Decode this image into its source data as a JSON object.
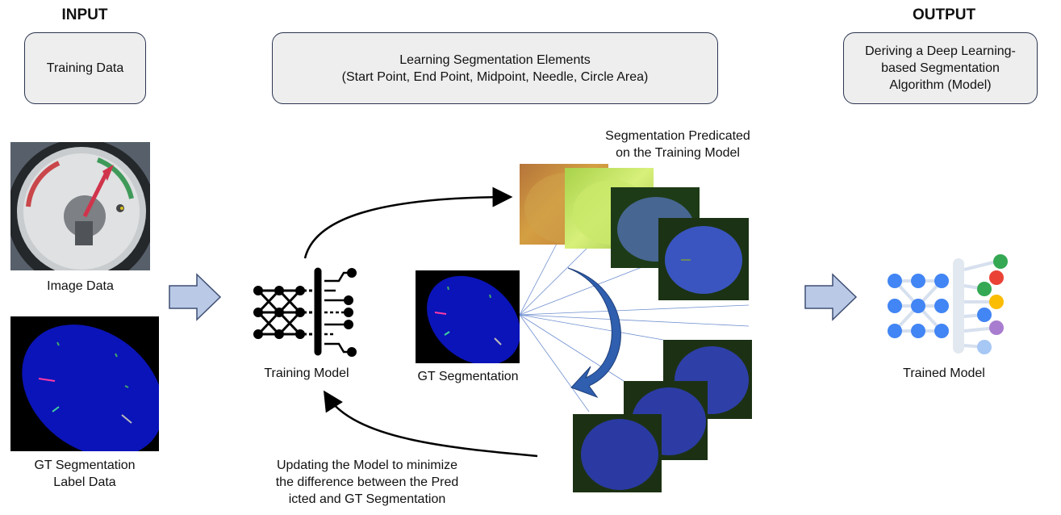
{
  "headings": {
    "input": "INPUT",
    "output": "OUTPUT"
  },
  "boxes": {
    "training_data": "Training Data",
    "learning_line1": "Learning Segmentation Elements",
    "learning_line2": "(Start Point, End Point, Midpoint, Needle, Circle Area)",
    "deriving_line1": "Deriving a Deep Learning-",
    "deriving_line2": "based Segmentation",
    "deriving_line3": "Algorithm (Model)"
  },
  "labels": {
    "image_data": "Image Data",
    "gt_label_line1": "GT Segmentation",
    "gt_label_line2": "Label Data",
    "training_model": "Training Model",
    "gt_segmentation": "GT Segmentation",
    "seg_pred_line1": "Segmentation Predicated",
    "seg_pred_line2": "on the Training Model",
    "update_line1": "Updating the Model to minimize",
    "update_line2": "the difference between the Pred",
    "update_line3": "icted and GT Segmentation",
    "trained_model": "Trained Model"
  },
  "colors": {
    "box_fill": "#eeeeee",
    "box_border": "#2b3550",
    "arrow_fill": "#b9c9e6",
    "arrow_stroke": "#3f4f73",
    "seg_blue": "#0b14b8",
    "curve_arrow": "#2f5fae",
    "trained_node_blue": "#4285f4",
    "trained_out_green": "#34a853",
    "trained_out_red": "#ea4335",
    "trained_out_yellow": "#fbbc04",
    "trained_out_purple": "#a87dcf",
    "trained_out_lightblue": "#a7c7f5"
  }
}
